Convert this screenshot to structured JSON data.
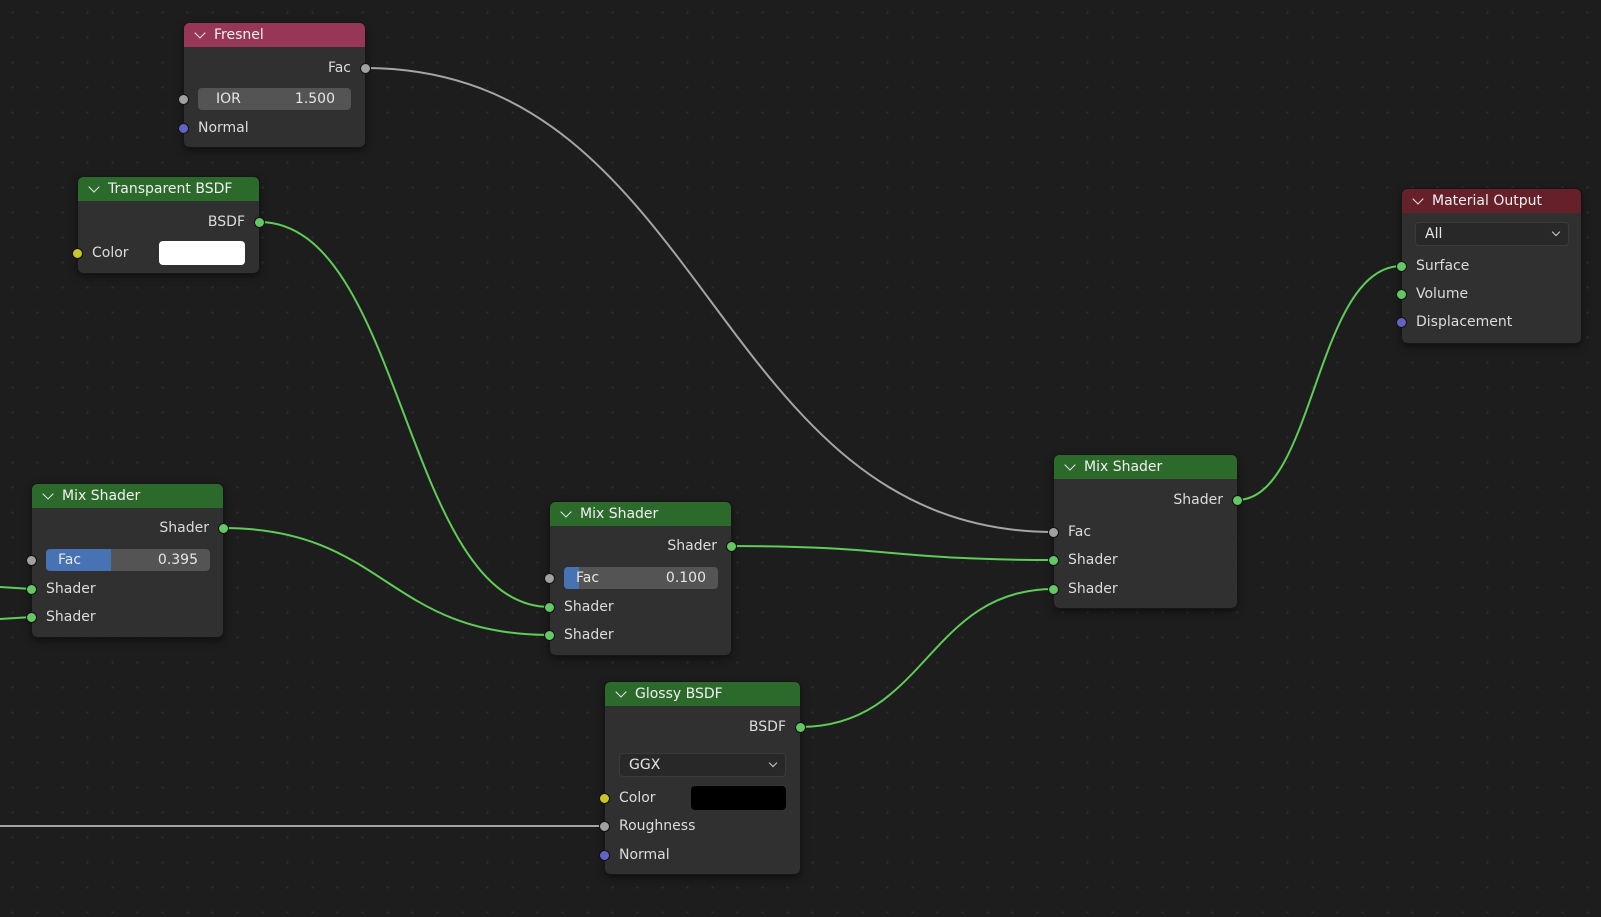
{
  "colors": {
    "background": "#1d1d1d",
    "node_body": "#303030",
    "header_input": "#973656",
    "header_shader": "#2c6a2c",
    "header_output": "#652029",
    "socket_shader": "#63c763",
    "socket_float": "#a1a1a1",
    "socket_vector": "#6363c7",
    "socket_color": "#c7c729",
    "slider_fill": "#4772b3"
  },
  "nodes": {
    "fresnel": {
      "title": "Fresnel",
      "output_fac": "Fac",
      "ior_label": "IOR",
      "ior_value": "1.500",
      "normal_label": "Normal"
    },
    "transparent": {
      "title": "Transparent BSDF",
      "output_bsdf": "BSDF",
      "color_label": "Color",
      "color_value": "#ffffff"
    },
    "material_output": {
      "title": "Material Output",
      "target": "All",
      "surface": "Surface",
      "volume": "Volume",
      "displacement": "Displacement"
    },
    "mix_left": {
      "title": "Mix Shader",
      "output": "Shader",
      "fac_label": "Fac",
      "fac_value": "0.395",
      "fac_fraction": 0.395,
      "shader1": "Shader",
      "shader2": "Shader"
    },
    "mix_mid": {
      "title": "Mix Shader",
      "output": "Shader",
      "fac_label": "Fac",
      "fac_value": "0.100",
      "fac_fraction": 0.1,
      "shader1": "Shader",
      "shader2": "Shader"
    },
    "mix_right": {
      "title": "Mix Shader",
      "output": "Shader",
      "fac_label": "Fac",
      "shader1": "Shader",
      "shader2": "Shader"
    },
    "glossy": {
      "title": "Glossy BSDF",
      "output_bsdf": "BSDF",
      "distribution": "GGX",
      "color_label": "Color",
      "color_value": "#000000",
      "roughness_label": "Roughness",
      "normal_label": "Normal"
    }
  },
  "icons": [
    "chevron-down-icon",
    "socket-dot-icon"
  ]
}
